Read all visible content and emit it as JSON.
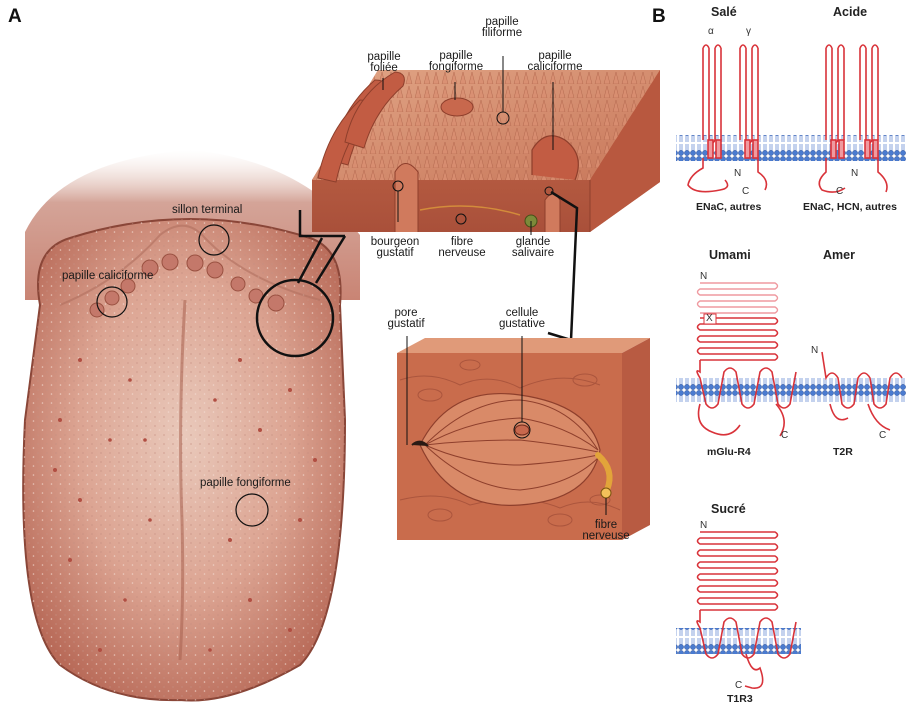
{
  "panels": {
    "a": "A",
    "b": "B"
  },
  "tongue_labels": {
    "sillon_terminal": "sillon terminal",
    "papille_caliciforme": "papille caliciforme",
    "papille_fongiforme": "papille fongiforme"
  },
  "block_labels": {
    "papille_foliee": [
      "papille",
      "foliée"
    ],
    "papille_fongiforme": [
      "papille",
      "fongiforme"
    ],
    "papille_filiforme": [
      "papille",
      "filiforme"
    ],
    "papille_caliciforme": [
      "papille",
      "caliciforme"
    ],
    "bourgeon_gustatif": [
      "bourgeon",
      "gustatif"
    ],
    "fibre_nerveuse": [
      "fibre",
      "nerveuse"
    ],
    "glande_salivaire": [
      "glande",
      "salivaire"
    ]
  },
  "bud_labels": {
    "pore_gustatif": [
      "pore",
      "gustatif"
    ],
    "cellule_gustative": [
      "cellule",
      "gustative"
    ],
    "fibre_nerveuse": [
      "fibre",
      "nerveuse"
    ]
  },
  "receptors": {
    "sale": {
      "title": "Salé",
      "caption": "ENaC, autres",
      "alpha": "α",
      "gamma": "γ",
      "n": "N",
      "c": "C"
    },
    "acide": {
      "title": "Acide",
      "caption": "ENaC, HCN, autres",
      "n": "N",
      "c": "C"
    },
    "umami": {
      "title": "Umami",
      "caption": "mGlu-R4",
      "n": "N",
      "x": "X",
      "c": "C"
    },
    "amer": {
      "title": "Amer",
      "caption": "T2R",
      "n": "N",
      "c": "C"
    },
    "sucre": {
      "title": "Sucré",
      "caption": "T1R3",
      "n": "N",
      "c": "C"
    }
  },
  "colors": {
    "tongue": "#c9806f",
    "tongue_light": "#e7c3b5",
    "tissue": "#c56a4c",
    "receptor_red": "#d9333a",
    "receptor_pink": "#ef9aa0",
    "membrane_blue": "#3e6fc4",
    "nerve_yellow": "#e2a43a"
  }
}
